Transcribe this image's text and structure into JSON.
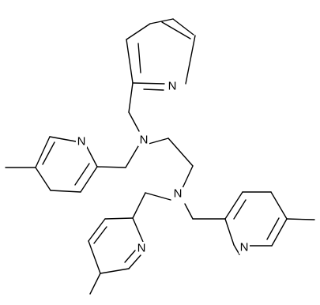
{
  "diagram": {
    "type": "chemical-structure",
    "bond_color": "#000000",
    "background": "#ffffff",
    "atom_labels": {
      "n_ring_top": "N",
      "n_ring_left": "N",
      "n_amine_upper": "N",
      "n_amine_lower": "N",
      "n_ring_bottom_left": "N",
      "n_ring_bottom_right": "N"
    }
  }
}
